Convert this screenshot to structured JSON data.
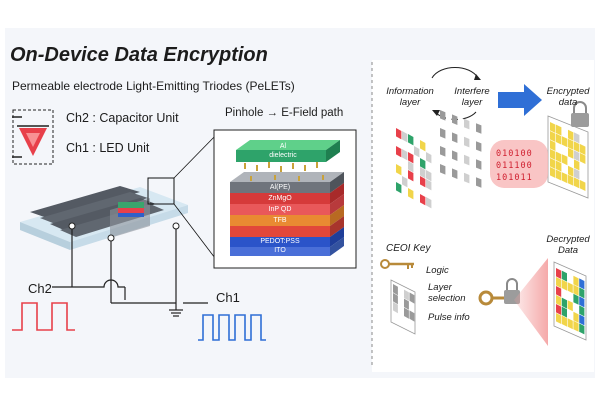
{
  "title": "On-Device Data Encryption",
  "subtitle": "Permeable electrode Light-Emitting Triodes (PeLETs)",
  "units": {
    "ch2_label": "Ch2 : Capacitor Unit",
    "ch1_label": "Ch1 : LED Unit"
  },
  "stack": {
    "heading": "Pinhole → E-Field path",
    "layers": [
      "Al",
      "dielectric",
      "Al(PE)",
      "ZnMgO",
      "InP QD",
      "TFB",
      "PEDOT:PSS",
      "ITO"
    ]
  },
  "signals": {
    "ch2": "Ch2",
    "ch1": "Ch1"
  },
  "encryption": {
    "information_layer": "Information layer",
    "interfere_layer": "Interfere layer",
    "encrypted_data": "Encrypted data",
    "binary_rows": [
      "010100",
      "011100",
      "101011"
    ],
    "ceoi_key": "CEOI Key",
    "logic": "Logic",
    "layer_selection": "Layer selection",
    "pulse_info": "Pulse info",
    "decrypted_data": "Decrypted Data"
  },
  "colors": {
    "led_red": "#e8404a",
    "dielectric_green": "#2ea36a",
    "arrow_blue": "#2f6fd6",
    "pixel_yellow": "#f1d54a",
    "pixel_grey": "#9a9a9a"
  }
}
